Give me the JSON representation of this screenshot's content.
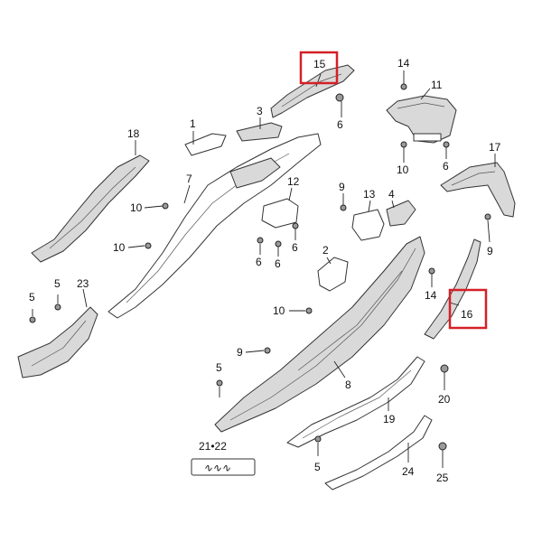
{
  "labels": {
    "l1": "1",
    "l2": "2",
    "l3": "3",
    "l4": "4",
    "l5a": "5",
    "l5b": "5",
    "l5c": "5",
    "l5d": "5",
    "l6a": "6",
    "l6b": "6",
    "l6c": "6",
    "l6d": "6",
    "l6e": "6",
    "l7": "7",
    "l8": "8",
    "l9a": "9",
    "l9b": "9",
    "l9c": "9",
    "l10a": "10",
    "l10b": "10",
    "l10c": "10",
    "l10d": "10",
    "l11": "11",
    "l12": "12",
    "l13": "13",
    "l14a": "14",
    "l14b": "14",
    "l15": "15",
    "l16": "16",
    "l17": "17",
    "l18": "18",
    "l19": "19",
    "l20": "20",
    "l21_22": "21•22",
    "l23": "23",
    "l24": "24",
    "l25": "25"
  },
  "highlight_color": "#d42027"
}
